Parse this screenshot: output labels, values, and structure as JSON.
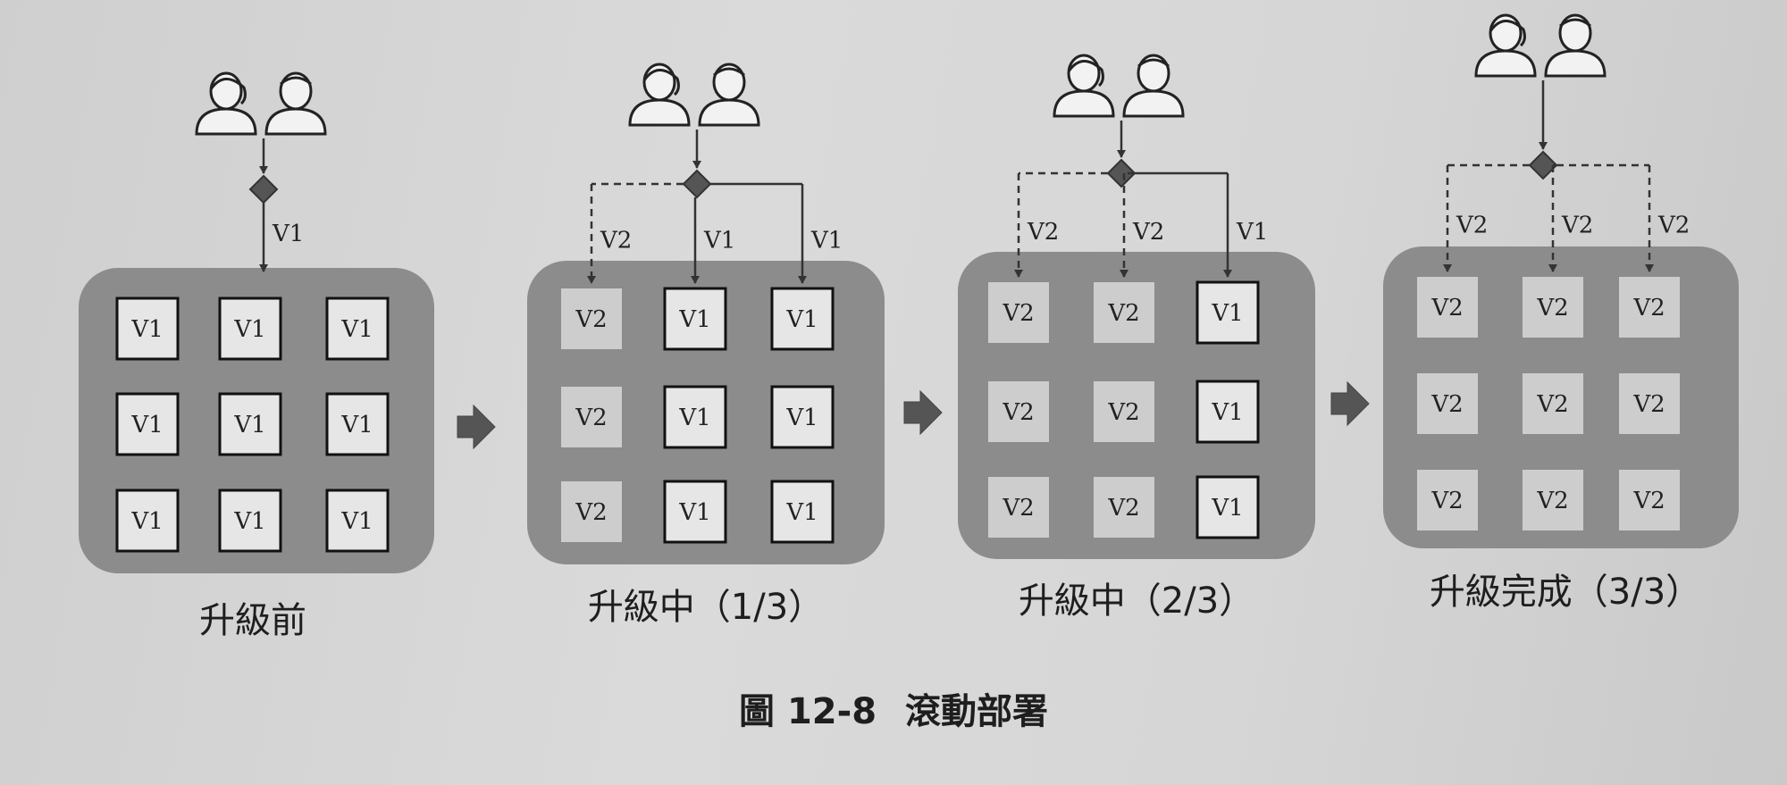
{
  "figure": {
    "number": "圖 12-8",
    "title": "滾動部署"
  },
  "stages": [
    {
      "caption": "升級前",
      "routes": [
        "V1"
      ],
      "grid": [
        [
          "V1",
          "V1",
          "V1"
        ],
        [
          "V1",
          "V1",
          "V1"
        ],
        [
          "V1",
          "V1",
          "V1"
        ]
      ]
    },
    {
      "caption": "升級中（1/3）",
      "routes": [
        "V2",
        "V1",
        "V1"
      ],
      "grid": [
        [
          "V2",
          "V1",
          "V1"
        ],
        [
          "V2",
          "V1",
          "V1"
        ],
        [
          "V2",
          "V1",
          "V1"
        ]
      ]
    },
    {
      "caption": "升級中（2/3）",
      "routes": [
        "V2",
        "V2",
        "V1"
      ],
      "grid": [
        [
          "V2",
          "V2",
          "V1"
        ],
        [
          "V2",
          "V2",
          "V1"
        ],
        [
          "V2",
          "V2",
          "V1"
        ]
      ]
    },
    {
      "caption": "升級完成（3/3）",
      "routes": [
        "V2",
        "V2",
        "V2"
      ],
      "grid": [
        [
          "V2",
          "V2",
          "V2"
        ],
        [
          "V2",
          "V2",
          "V2"
        ],
        [
          "V2",
          "V2",
          "V2"
        ]
      ]
    }
  ],
  "icons": {
    "users": "users-icon",
    "load_balancer": "load-balancer-diamond-icon",
    "next_stage": "right-arrow-icon"
  },
  "colors": {
    "cluster": "#8c8c8c",
    "v1_tile_fill": "#e6e6e6",
    "v1_tile_border": "#111111",
    "v2_tile_fill": "#cdcdcd",
    "line": "#333333"
  }
}
